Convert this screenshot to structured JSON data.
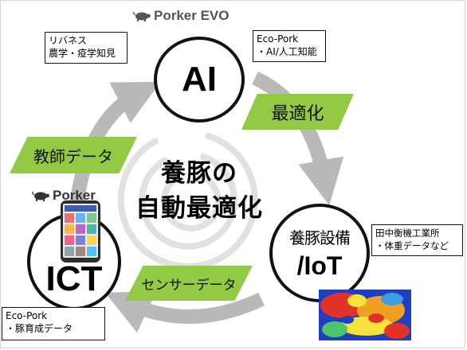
{
  "nodes": {
    "ai": "AI",
    "ict": "ICT",
    "iot_line1": "養豚設備",
    "iot_line2": "/IoT"
  },
  "brands": {
    "top": "Porker EVO",
    "left": "Porker"
  },
  "center_title": [
    "養豚の",
    "自動最適化"
  ],
  "boxes": {
    "riba": [
      "リバネス",
      "農学・疫学知見"
    ],
    "eco_ai": [
      "Eco-Pork",
      "・AI/人工知能"
    ],
    "tanaka": [
      "田中衡機工業所",
      "・体重データなど"
    ],
    "eco_ict": [
      "Eco-Pork",
      "・豚育成データ"
    ]
  },
  "flows": {
    "optimize": "最適化",
    "teacher": "教師データ",
    "sensor": "センサーデータ"
  },
  "icons": [
    "pig-icon",
    "phone-app-icon",
    "heatmap-image",
    "cycle-arrow-icon"
  ],
  "colors": {
    "flow_label": "#93c945",
    "arrow": "#b9b9b9",
    "node_border": "#111111"
  }
}
